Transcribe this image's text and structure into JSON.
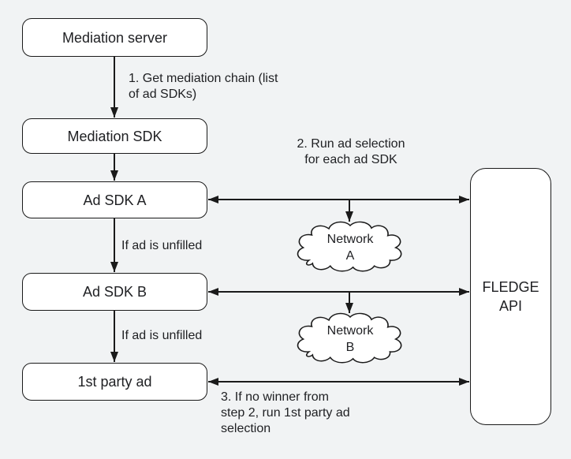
{
  "colors": {
    "background": "#f1f3f4",
    "node_fill": "#ffffff",
    "line": "#1a1a1a",
    "text": "#202124"
  },
  "nodes": {
    "mediation_server": {
      "label": "Mediation server"
    },
    "mediation_sdk": {
      "label": "Mediation SDK"
    },
    "ad_sdk_a": {
      "label": "Ad SDK A"
    },
    "ad_sdk_b": {
      "label": "Ad SDK B"
    },
    "first_party_ad": {
      "label": "1st party ad"
    },
    "fledge_api": {
      "label": "FLEDGE\nAPI"
    }
  },
  "clouds": {
    "network_a": {
      "label": "Network\nA"
    },
    "network_b": {
      "label": "Network\nB"
    }
  },
  "annotations": {
    "step1": "1. Get mediation chain (list\nof ad SDKs)",
    "step2": "2. Run ad selection\nfor each ad SDK",
    "if_unfilled_a": "If ad is unfilled",
    "if_unfilled_b": "If ad is unfilled",
    "step3": "3. If no winner from\nstep 2, run 1st party ad\nselection"
  }
}
